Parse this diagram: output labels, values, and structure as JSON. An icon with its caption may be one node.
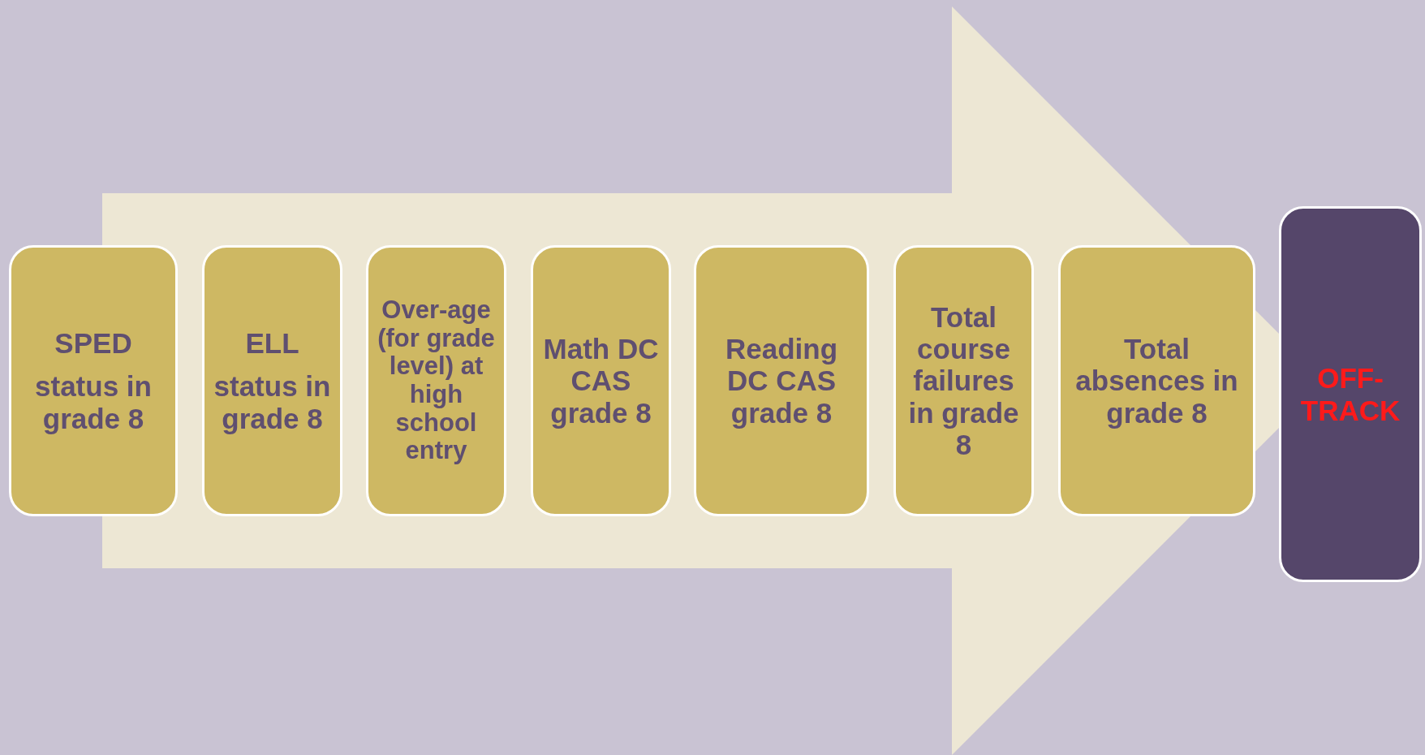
{
  "diagram": {
    "nodes": [
      {
        "text": [
          "SPED",
          "status in grade 8"
        ]
      },
      {
        "text": [
          "ELL",
          "status in grade 8"
        ]
      },
      {
        "text": [
          "Over-age (for grade level) at high school entry"
        ]
      },
      {
        "text": [
          "Math DC CAS grade 8"
        ]
      },
      {
        "text": [
          "Reading DC CAS grade 8"
        ]
      },
      {
        "text": [
          "Total course failures in grade 8"
        ]
      },
      {
        "text": [
          "Total absences in grade 8"
        ]
      },
      {
        "text": [
          "OFF-TRACK"
        ]
      }
    ],
    "edges": [
      {
        "from": 0,
        "to": 7,
        "arrow": "to",
        "style": "thick"
      }
    ]
  }
}
